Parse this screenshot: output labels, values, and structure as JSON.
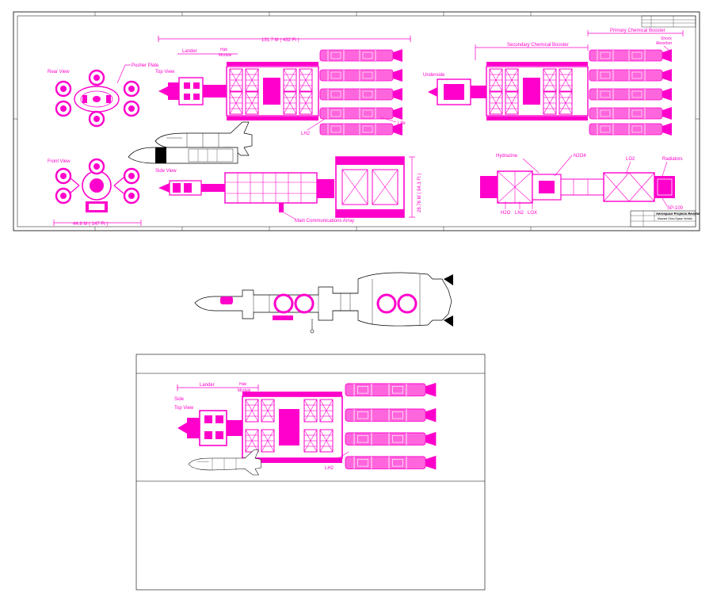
{
  "sheet": {
    "labels": {
      "rear_view": "Rear View",
      "pusher_plate": "Pusher Plate",
      "top_view": "Top View",
      "lander": "Lander",
      "hab_module_1": "Hab",
      "hab_module_2": "Module",
      "overall_length": "131.7 M ( 432 Ft )",
      "secondary_booster": "Secondary Chemical Booster",
      "primary_booster": "Primary Chemical Booster",
      "shock_absorber_1": "Shock",
      "shock_absorber_2": "Absorber",
      "underside": "Underside",
      "lh2": "LH2",
      "life": "Life",
      "front_view": "Front View",
      "side_view": "Side View",
      "width_dim": "44.8 M ( 147 Ft )",
      "height_dim": "28.76 M ( 94.3 Ft )",
      "main_comms": "Main Communications Array",
      "hydrazine": "Hydrazine",
      "n2o4": "N2O4",
      "lo2": "LO2",
      "radiators": "Radiators",
      "sp100": "SP-100",
      "h2o": "H2O",
      "ln2": "LN2",
      "lox": "LOX"
    },
    "title_block": {
      "company": "Aerospace Projects Review",
      "drawing_title": "Manned Orion Space Vehicle"
    }
  },
  "zoom": {
    "labels": {
      "lander": "Lander",
      "hab_1": "Hab",
      "hab_2": "Module",
      "side_label": "Side",
      "top_view": "Top View",
      "lh2": "LH2"
    }
  },
  "colors": {
    "accent": "#ff00cc",
    "line": "#000000"
  }
}
